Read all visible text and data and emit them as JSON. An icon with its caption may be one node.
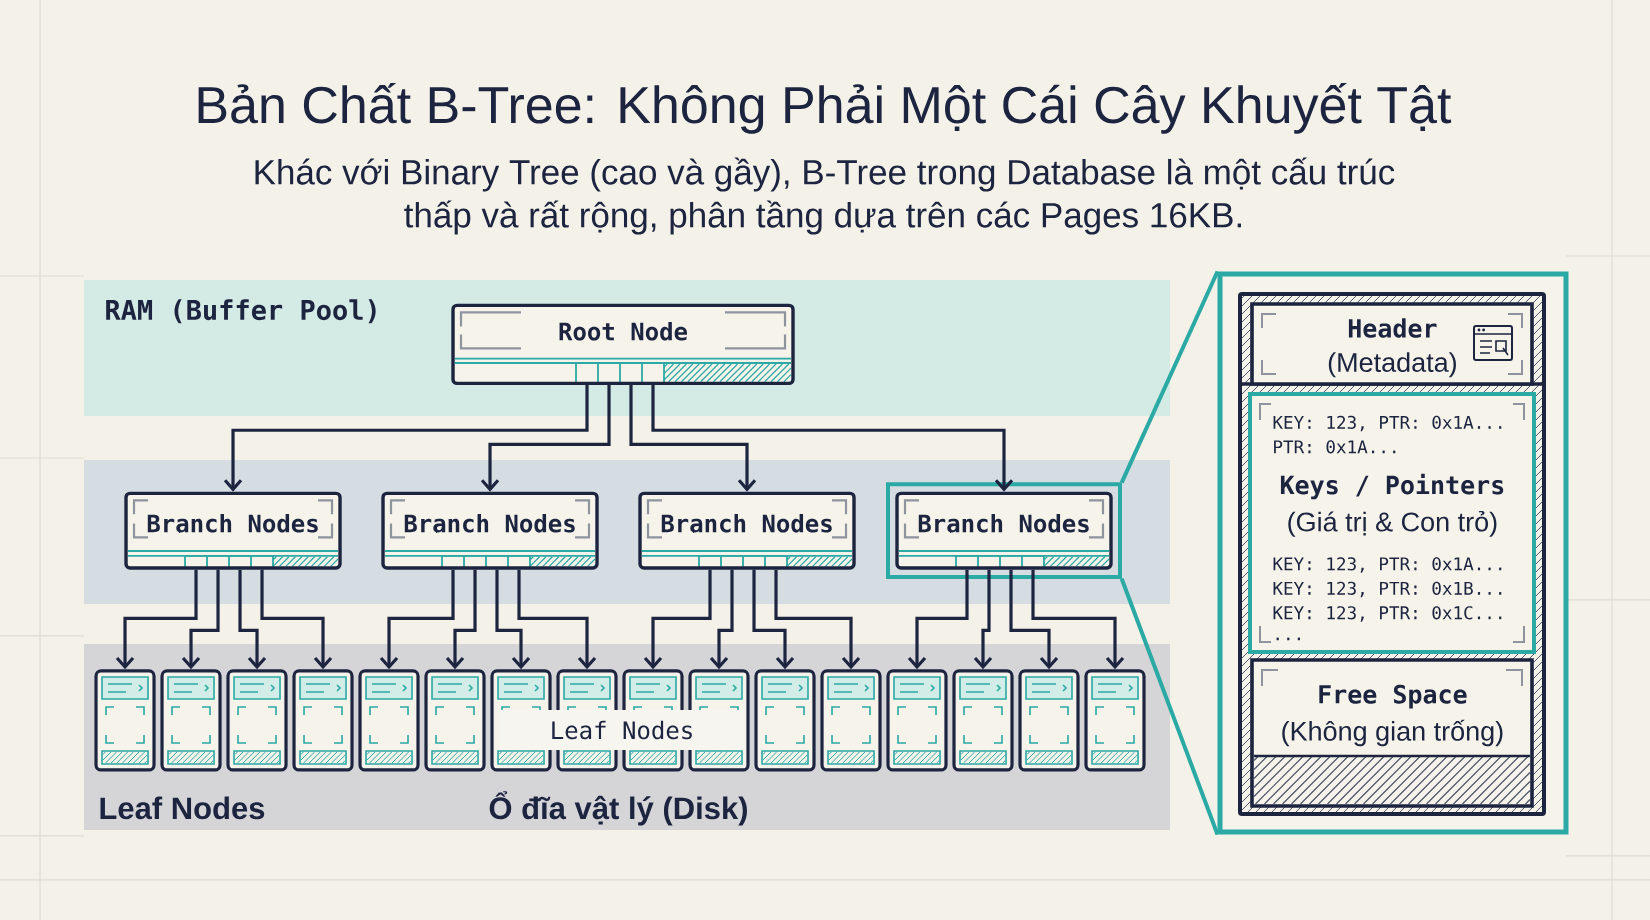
{
  "diagram": {
    "title": "Bản Chất B-Tree: Không Phải Một Cái Cây Khuyết Tật",
    "nodes": [
      {
        "text": [
          "RAM (Buffer Pool)"
        ]
      },
      {
        "text": [
          "Root Node"
        ],
        "in": 0
      },
      {
        "text": [],
        "shape": "box"
      },
      {
        "text": [
          "Branch Nodes"
        ],
        "in": 2
      },
      {
        "text": [
          "Branch Nodes"
        ],
        "in": 2
      },
      {
        "text": [
          "Branch Nodes"
        ],
        "in": 2
      },
      {
        "text": [
          "Branch Nodes"
        ],
        "in": 2
      },
      {
        "text": [
          "Leaf Nodes",
          "Ổ đĩa vật lý (Disk)"
        ]
      },
      {
        "text": [],
        "shape": "box",
        "in": 7
      },
      {
        "text": [],
        "shape": "box",
        "in": 7
      },
      {
        "text": [],
        "shape": "box",
        "in": 7
      },
      {
        "text": [],
        "shape": "box",
        "in": 7
      },
      {
        "text": [],
        "shape": "box",
        "in": 7
      },
      {
        "text": [],
        "shape": "box",
        "in": 7
      },
      {
        "text": [],
        "shape": "box",
        "in": 7
      },
      {
        "text": [],
        "shape": "box",
        "in": 7
      },
      {
        "text": [],
        "shape": "box",
        "in": 7
      },
      {
        "text": [],
        "shape": "box",
        "in": 7
      },
      {
        "text": [],
        "shape": "box",
        "in": 7
      },
      {
        "text": [],
        "shape": "box",
        "in": 7
      },
      {
        "text": [],
        "shape": "box",
        "in": 7
      },
      {
        "text": [],
        "shape": "box",
        "in": 7
      },
      {
        "text": [],
        "shape": "box",
        "in": 7
      },
      {
        "text": [],
        "shape": "box",
        "in": 7
      },
      {
        "text": [],
        "shape": "box"
      },
      {
        "text": [
          "Header",
          "(Metadata)"
        ],
        "in": 24
      },
      {
        "text": [
          "KEY: 123, PTR: 0x1A...",
          "PTR: 0x1A...",
          "Keys / Pointers",
          "(Giá trị & Con trỏ)",
          "KEY: 123, PTR: 0x1A...",
          "KEY: 123, PTR: 0x1B...",
          "KEY: 123, PTR: 0x1C...",
          "..."
        ],
        "in": 24
      },
      {
        "text": [
          "Free Space",
          "(Không gian trống)"
        ],
        "in": 24
      }
    ],
    "edges": [
      {
        "from": 1,
        "to": 3,
        "arrow": "to"
      },
      {
        "from": 1,
        "to": 4,
        "arrow": "to"
      },
      {
        "from": 1,
        "to": 5,
        "arrow": "to"
      },
      {
        "from": 1,
        "to": 6,
        "arrow": "to"
      },
      {
        "from": 3,
        "to": 8,
        "arrow": "to"
      },
      {
        "from": 3,
        "to": 9,
        "arrow": "to"
      },
      {
        "from": 3,
        "to": 10,
        "arrow": "to"
      },
      {
        "from": 3,
        "to": 11,
        "arrow": "to"
      },
      {
        "from": 4,
        "to": 12,
        "arrow": "to"
      },
      {
        "from": 4,
        "to": 13,
        "arrow": "to"
      },
      {
        "from": 4,
        "to": 14,
        "arrow": "to"
      },
      {
        "from": 4,
        "to": 15,
        "arrow": "to"
      },
      {
        "from": 5,
        "to": 16,
        "arrow": "to"
      },
      {
        "from": 5,
        "to": 17,
        "arrow": "to"
      },
      {
        "from": 5,
        "to": 18,
        "arrow": "to"
      },
      {
        "from": 5,
        "to": 19,
        "arrow": "to"
      },
      {
        "from": 6,
        "to": 20,
        "arrow": "to"
      },
      {
        "from": 6,
        "to": 21,
        "arrow": "to"
      },
      {
        "from": 6,
        "to": 22,
        "arrow": "to"
      },
      {
        "from": 6,
        "to": 23,
        "arrow": "to"
      },
      {
        "from": 6,
        "to": 24,
        "arrow": "none",
        "color": "#2aa9a5"
      },
      {
        "from": 6,
        "to": 24,
        "arrow": "none",
        "color": "#2aa9a5"
      }
    ],
    "labels": [
      "Khác với Binary Tree (cao và gầy), B-Tree trong Database là một cấu trúc thấp và rất rộng, phân tầng dựa trên các Pages 16KB.",
      "Leaf Nodes"
    ]
  }
}
